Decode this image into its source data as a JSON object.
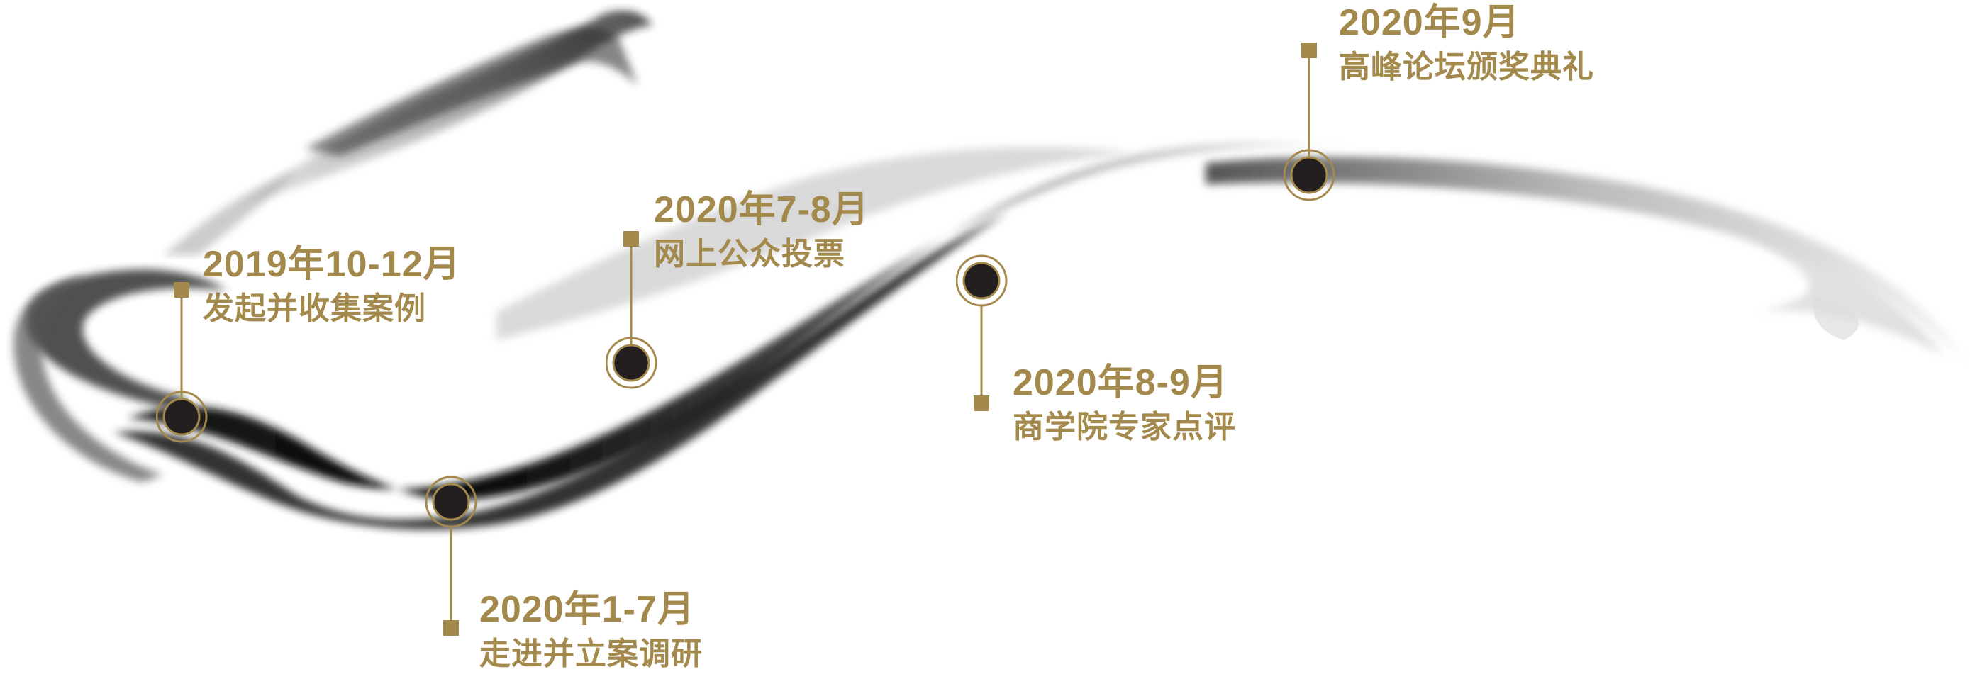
{
  "theme": {
    "accent": "#a38a4c",
    "node_fill": "#231f20",
    "ink": "#111111"
  },
  "timeline": [
    {
      "date": "2019年10-12月",
      "title": "发起并收集案例"
    },
    {
      "date": "2020年1-7月",
      "title": "走进并立案调研"
    },
    {
      "date": "2020年7-8月",
      "title": "网上公众投票"
    },
    {
      "date": "2020年8-9月",
      "title": "商学院专家点评"
    },
    {
      "date": "2020年9月",
      "title": "高峰论坛颁奖典礼"
    }
  ]
}
